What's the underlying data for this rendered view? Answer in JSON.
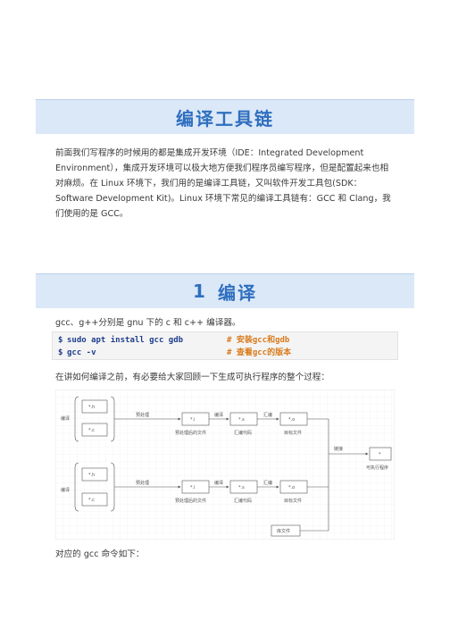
{
  "title": "编译工具链",
  "intro": "前面我们写程序的时候用的都是集成开发环境（IDE：Integrated Development Environment），集成开发环境可以极大地方便我们程序员编写程序，但是配置起来也相对麻烦。在 Linux 环境下，我们用的是编译工具链，又叫软件开发工具包(SDK：Software Development Kit)。Linux 环境下常见的编译工具链有：GCC 和 Clang，我们使用的是 GCC。",
  "section1": {
    "number": "1",
    "title": "编译"
  },
  "gcc_line": "gcc、g++分别是 gnu 下的 c 和 c++ 编译器。",
  "code": [
    {
      "prompt": "$",
      "command": "sudo apt install gcc gdb",
      "comment": "# 安装gcc和gdb"
    },
    {
      "prompt": "$",
      "command": "gcc -v",
      "comment": "# 查看gcc的版本"
    }
  ],
  "process_intro": "在讲如何编译之前，有必要给大家回顾一下生成可执行程序的整个过程：",
  "diagram": {
    "row1_label": "编译",
    "row2_label": "编译",
    "header_file": "*.h",
    "source_file": "*.c",
    "preprocess_label": "预处理",
    "compile_label": "编译",
    "assemble_label": "汇编",
    "link_label": "链接",
    "i_file": "*.i",
    "s_file": "*.s",
    "o_file": "*.o",
    "i_caption": "预处理后的文件",
    "s_caption": "汇编代码",
    "o_caption": "目标文件",
    "exe_file": "*",
    "exe_caption": "可执行程序",
    "lib_label": "库文件"
  },
  "cmd_intro": "对应的 gcc 命令如下："
}
